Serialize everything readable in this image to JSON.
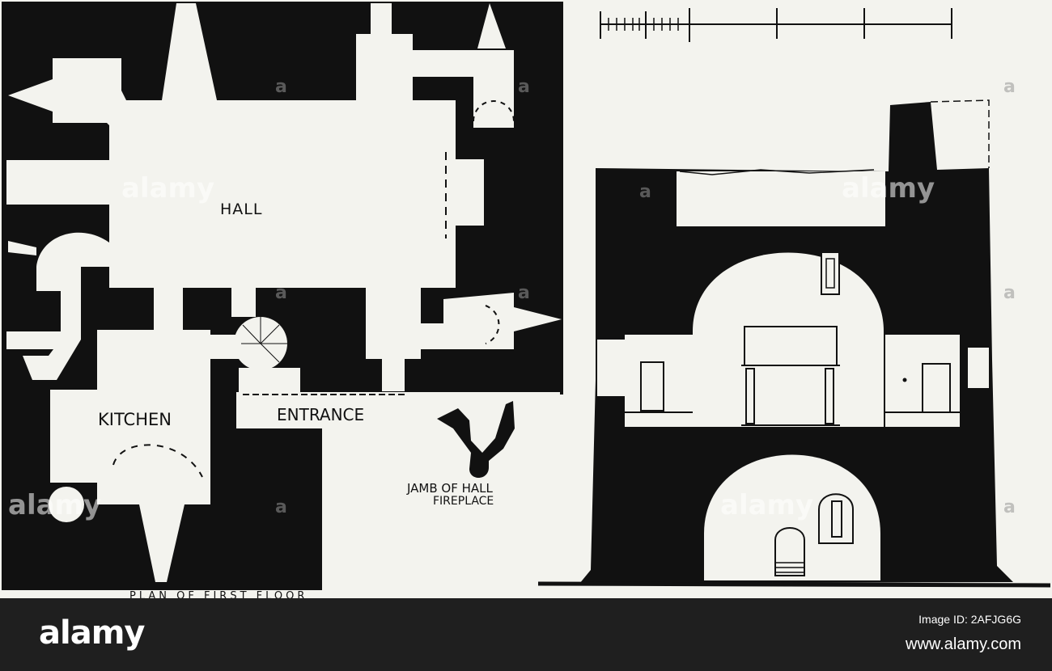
{
  "plan": {
    "hall_label": "HALL",
    "kitchen_label": "KITCHEN",
    "entrance_label": "ENTRANCE",
    "jamb_label_line1": "JAMB OF HALL",
    "jamb_label_line2": "FIREPLACE",
    "caption": "PLAN OF FIRST FLOOR"
  },
  "watermark": {
    "brand": "alamy",
    "mark": "a"
  },
  "footer": {
    "brand": "alamy",
    "image_id": "Image ID: 2AFJG6G",
    "url": "www.alamy.com"
  },
  "colors": {
    "wall": "#111111",
    "paper": "#f3f3ee",
    "footer_bg": "#1f1f1f"
  }
}
